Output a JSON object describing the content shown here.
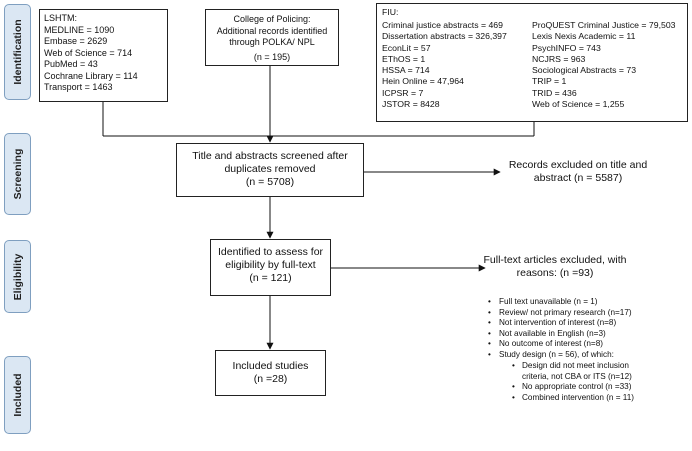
{
  "stages": {
    "identification": "Identification",
    "screening": "Screening",
    "eligibility": "Eligibility",
    "included": "Included"
  },
  "lshtm": {
    "title": "LSHTM:",
    "items": [
      "MEDLINE = 1090",
      "Embase = 2629",
      "Web of Science = 714",
      "PubMed = 43",
      "Cochrane Library = 114",
      "Transport = 1463"
    ]
  },
  "college": {
    "title": "College of Policing:",
    "line1": "Additional records identified",
    "line2": "through POLKA/ NPL",
    "count": "(n = 195)"
  },
  "fiu": {
    "title": "FIU:",
    "col1": [
      "Criminal justice abstracts = 469",
      "Dissertation abstracts = 326,397",
      "EconLit = 57",
      "EThOS = 1",
      "HSSA = 714",
      "Hein Online = 47,964",
      "ICPSR =  7",
      "JSTOR = 8428"
    ],
    "col2": [
      "ProQUEST Criminal Justice = 79,503",
      "Lexis Nexis Academic = 11",
      "PsychINFO = 743",
      "NCJRS = 963",
      "Sociological Abstracts = 73",
      "TRIP = 1",
      "TRID = 436",
      "Web of Science = 1,255"
    ]
  },
  "screening": {
    "line1": "Title and abstracts screened after",
    "line2": "duplicates removed",
    "count": "(n = 5708)"
  },
  "excluded_title": {
    "line1": "Records excluded on title",
    "line2": "and abstract (n = 5587)"
  },
  "eligibility": {
    "line1": "Identified to assess for",
    "line2": "eligibility by full-text",
    "count": "(n = 121)"
  },
  "excluded_fulltext": {
    "line1": "Full-text articles",
    "line2": "excluded, with reasons:",
    "count": "(n =93)",
    "reasons": [
      "Full text unavailable (n = 1)",
      "Review/ not primary research (n=17)",
      "Not intervention of interest (n=8)",
      "Not available in English (n=3)",
      "No outcome of interest (n=8)",
      "Study design (n = 56), of which:"
    ],
    "sub_reasons": [
      "Design did not meet inclusion",
      "No appropriate control (n =33)",
      "Combined intervention (n = 11)"
    ],
    "sub_reason_cont": "criteria, not CBA or ITS (n=12)"
  },
  "included": {
    "line1": "Included studies",
    "count": "(n =28)"
  }
}
